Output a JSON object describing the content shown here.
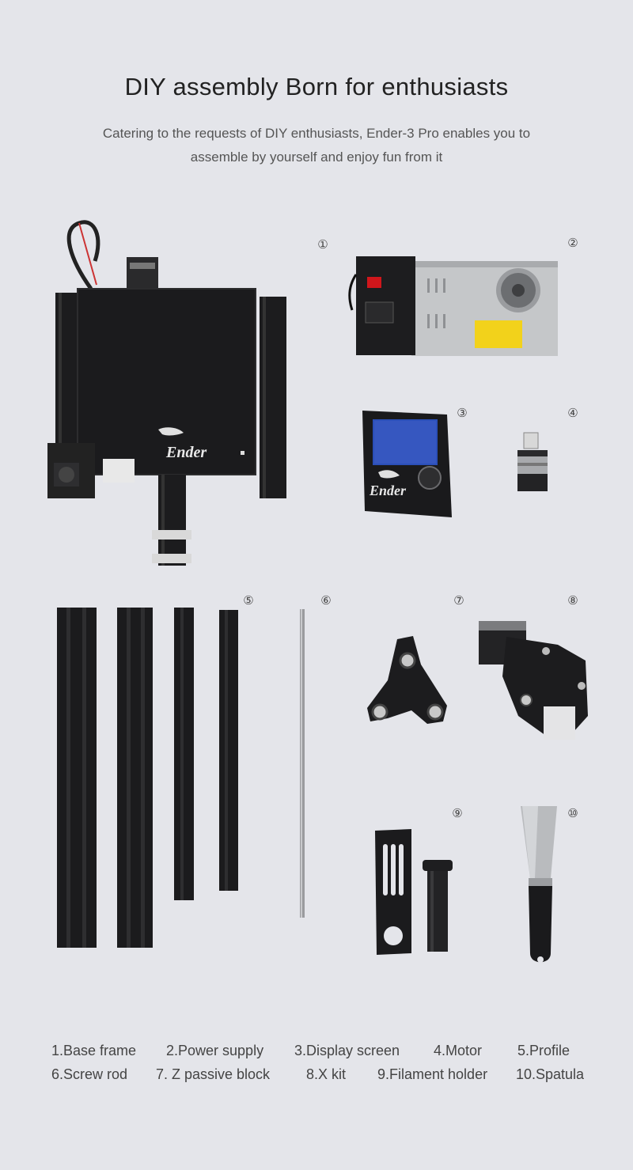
{
  "header": {
    "title": "DIY assembly Born for enthusiasts",
    "subtitle_line1": "Catering to the requests of DIY enthusiasts, Ender-3 Pro enables you to",
    "subtitle_line2": "assemble by yourself and enjoy fun from it"
  },
  "markers": [
    "①",
    "②",
    "③",
    "④",
    "⑤",
    "⑥",
    "⑦",
    "⑧",
    "⑨",
    "⑩"
  ],
  "brand": {
    "logo_text": "Ender"
  },
  "legend": {
    "row1": [
      "1.Base frame",
      "2.Power supply",
      "3.Display screen",
      "4.Motor",
      "5.Profile"
    ],
    "row2": [
      "6.Screw rod",
      "7. Z passive block",
      "8.X kit",
      "9.Filament holder",
      "10.Spatula"
    ]
  },
  "colors": {
    "background": "#e4e5ea",
    "metal_dark": "#1a1a1c",
    "psu_silver": "#c8cacc",
    "lcd_blue": "#2b4fb8",
    "warning_yellow": "#f2d21b",
    "switch_red": "#d0161b"
  }
}
